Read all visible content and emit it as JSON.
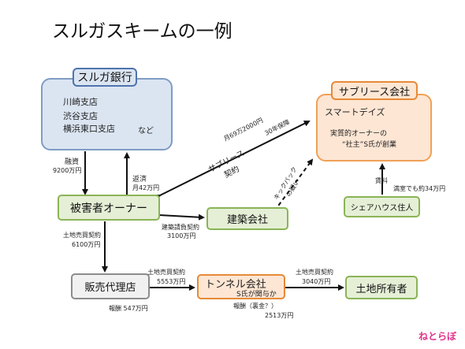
{
  "title": "スルガスキームの一例",
  "bank": {
    "label": "スルガ銀行",
    "branches": [
      "川崎支店",
      "渋谷支店",
      "横浜東口支店"
    ],
    "etc": "など"
  },
  "sublease": {
    "label": "サブリース会社",
    "company": "スマートデイズ",
    "note_line1": "実質的オーナーの",
    "note_line2": "“社主”S氏が創業"
  },
  "victim": {
    "label": "被害者オーナー"
  },
  "construction": {
    "label": "建築会社"
  },
  "sharehouse": {
    "label": "シェアハウス住人"
  },
  "agent": {
    "label": "販売代理店"
  },
  "tunnel": {
    "label": "トンネル会社",
    "sublabel": "S氏が関与か"
  },
  "landowner": {
    "label": "土地所有者"
  },
  "edges": {
    "loan_label": "融資",
    "loan_amount": "9200万円",
    "repay_label": "返済",
    "repay_amount": "月42万円",
    "sublease_contract": "サブリース\n契約",
    "guarantee_line1": "月69万2000円",
    "guarantee_line2": "30年保障",
    "build_contract": "建築請負契約",
    "build_amount": "3100万円",
    "kickback": "キックバック\nの疑い",
    "rent_label": "賃料",
    "rent_amount": "満室でも約34万円",
    "land_sale_1": "土地売買契約",
    "land_amount_1": "6100万円",
    "land_sale_2": "土地売買契約",
    "land_amount_2": "5553万円",
    "land_sale_3": "土地売買契約",
    "land_amount_3": "3040万円",
    "fee_agent": "報酬 547万円",
    "fee_tunnel": "報酬（裏金？）",
    "fee_tunnel_amount": "2513万円"
  },
  "logo_text": "ねとらぼ",
  "colors": {
    "bank_fill": "#dbe5f2",
    "bank_border": "#4f74ad",
    "sub_fill": "#fde6d4",
    "sub_border": "#e78a37",
    "green_fill": "#e5efd6",
    "green_border": "#8ab456",
    "gray_border": "#8c8c8c",
    "logo": "#e0338b"
  }
}
